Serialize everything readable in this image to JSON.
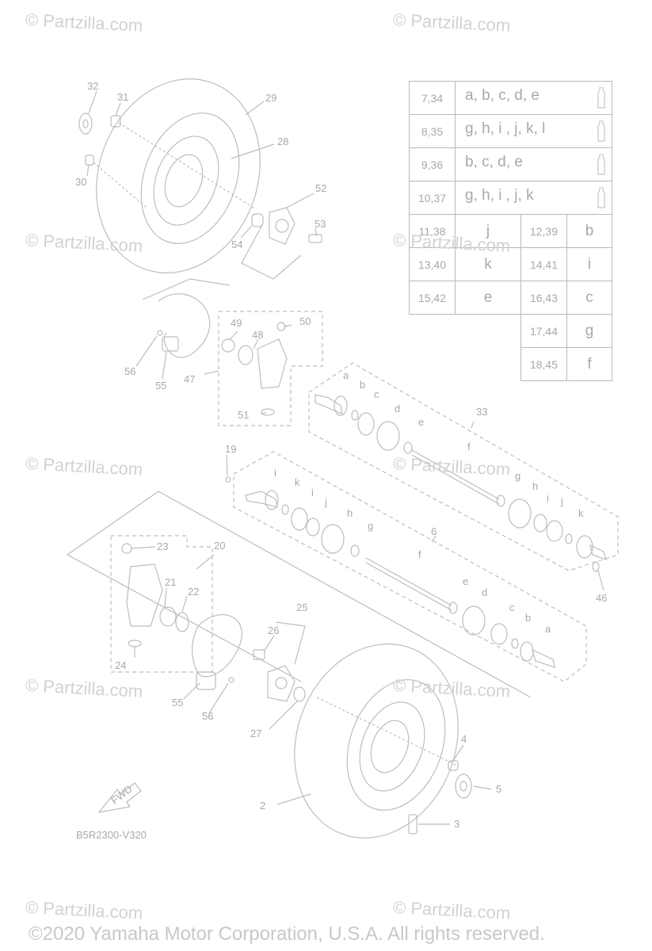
{
  "watermark": "© Partzilla.com",
  "copyright": "©2020 Yamaha Motor Corporation, U.S.A. All rights reserved.",
  "diagram_code": "B5R2300-V320",
  "fwd_label": "FWD",
  "callouts": {
    "c2": "2",
    "c3": "3",
    "c4": "4",
    "c5": "5",
    "c6": "6",
    "c19": "19",
    "c20": "20",
    "c21": "21",
    "c22": "22",
    "c23": "23",
    "c24": "24",
    "c25": "25",
    "c26": "26",
    "c27": "27",
    "c28": "28",
    "c29": "29",
    "c30": "30",
    "c31": "31",
    "c32": "32",
    "c33": "33",
    "c46": "46",
    "c47": "47",
    "c48": "48",
    "c49": "49",
    "c50": "50",
    "c51": "51",
    "c52": "52",
    "c53": "53",
    "c54": "54",
    "c55a": "55",
    "c55b": "55",
    "c56a": "56",
    "c56b": "56"
  },
  "letters_upper": [
    "a",
    "b",
    "c",
    "d",
    "e",
    "f",
    "g",
    "h",
    "i",
    "j",
    "k"
  ],
  "letters_lower": [
    "i",
    "k",
    "i",
    "j",
    "h",
    "g",
    "f",
    "e",
    "d",
    "c",
    "b",
    "a"
  ],
  "legend": {
    "wide_rows": [
      {
        "ref": "7,34",
        "letters": "a, b, c, d, e"
      },
      {
        "ref": "8,35",
        "letters": "g, h, i , j, k, l"
      },
      {
        "ref": "9,36",
        "letters": "b, c, d, e"
      },
      {
        "ref": "10,37",
        "letters": "g, h, i , j, k"
      }
    ],
    "pair_rows": [
      {
        "ref1": "11,38",
        "val1": "j",
        "ref2": "12,39",
        "val2": "b"
      },
      {
        "ref1": "13,40",
        "val1": "k",
        "ref2": "14,41",
        "val2": "i"
      },
      {
        "ref1": "15,42",
        "val1": "e",
        "ref2": "16,43",
        "val2": "c"
      },
      {
        "ref2": "17,44",
        "val2": "g"
      },
      {
        "ref2": "18,45",
        "val2": "f"
      }
    ]
  }
}
